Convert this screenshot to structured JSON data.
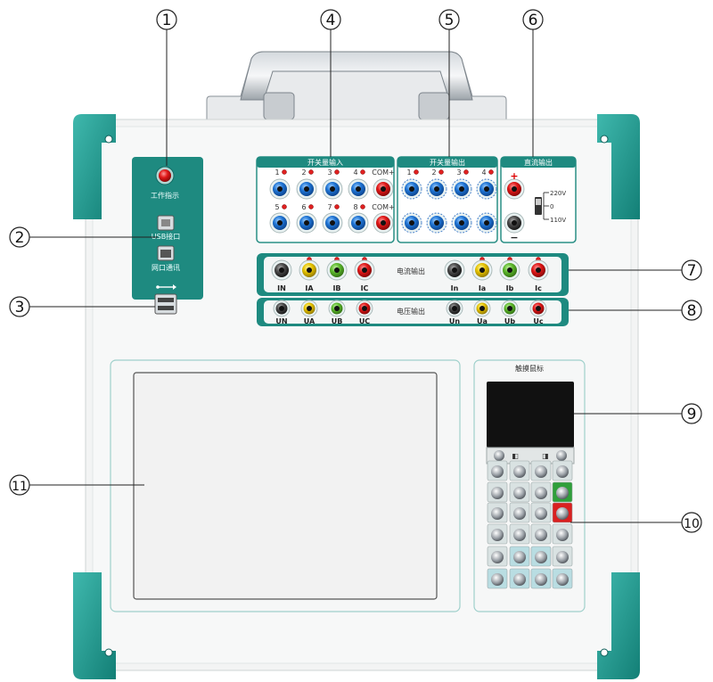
{
  "callouts": [
    "1",
    "2",
    "3",
    "4",
    "5",
    "6",
    "7",
    "8",
    "9",
    "10",
    "11"
  ],
  "left_panel": {
    "indicator_label": "工作指示",
    "usb_label": "USB接口",
    "net_label": "网口通讯"
  },
  "binary_input": {
    "title": "开关量输入",
    "top_labels": [
      "1",
      "2",
      "3",
      "4",
      "COM+"
    ],
    "bottom_labels": [
      "5",
      "6",
      "7",
      "8",
      "COM+"
    ]
  },
  "binary_output": {
    "title": "开关量输出",
    "labels": [
      "1",
      "2",
      "3",
      "4"
    ]
  },
  "dc_output": {
    "title": "直流输出",
    "plus": "+",
    "minus": "−",
    "v220": "220V",
    "v0": "0",
    "v110": "110V"
  },
  "current_output": {
    "title": "电流输出",
    "left": [
      "IN",
      "IA",
      "IB",
      "IC"
    ],
    "right": [
      "In",
      "Ia",
      "Ib",
      "Ic"
    ]
  },
  "voltage_output": {
    "title": "电压输出",
    "left": [
      "UN",
      "UA",
      "UB",
      "UC"
    ],
    "right": [
      "Un",
      "Ua",
      "Ub",
      "Uc"
    ]
  },
  "keypad": {
    "title": "触摸鼠标"
  }
}
